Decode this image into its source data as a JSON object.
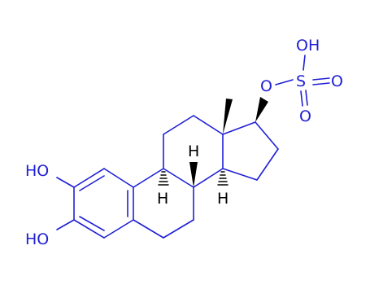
{
  "molecule": {
    "colors": {
      "bond": "#1f1fd6",
      "stereo": "#000000",
      "hydrogen": "#000000",
      "heteroatom": "#1f1fd6"
    },
    "labels": {
      "hydroxyl_2": "HO",
      "hydroxyl_3": "HO",
      "sulfate_oh": "OH",
      "sulfate_o_bridge": "O",
      "sulfur": "S",
      "sulfate_o_double_1": "O",
      "sulfate_o_double_2": "O",
      "h_c8": "H",
      "h_c9": "H",
      "h_c14": "H"
    }
  }
}
